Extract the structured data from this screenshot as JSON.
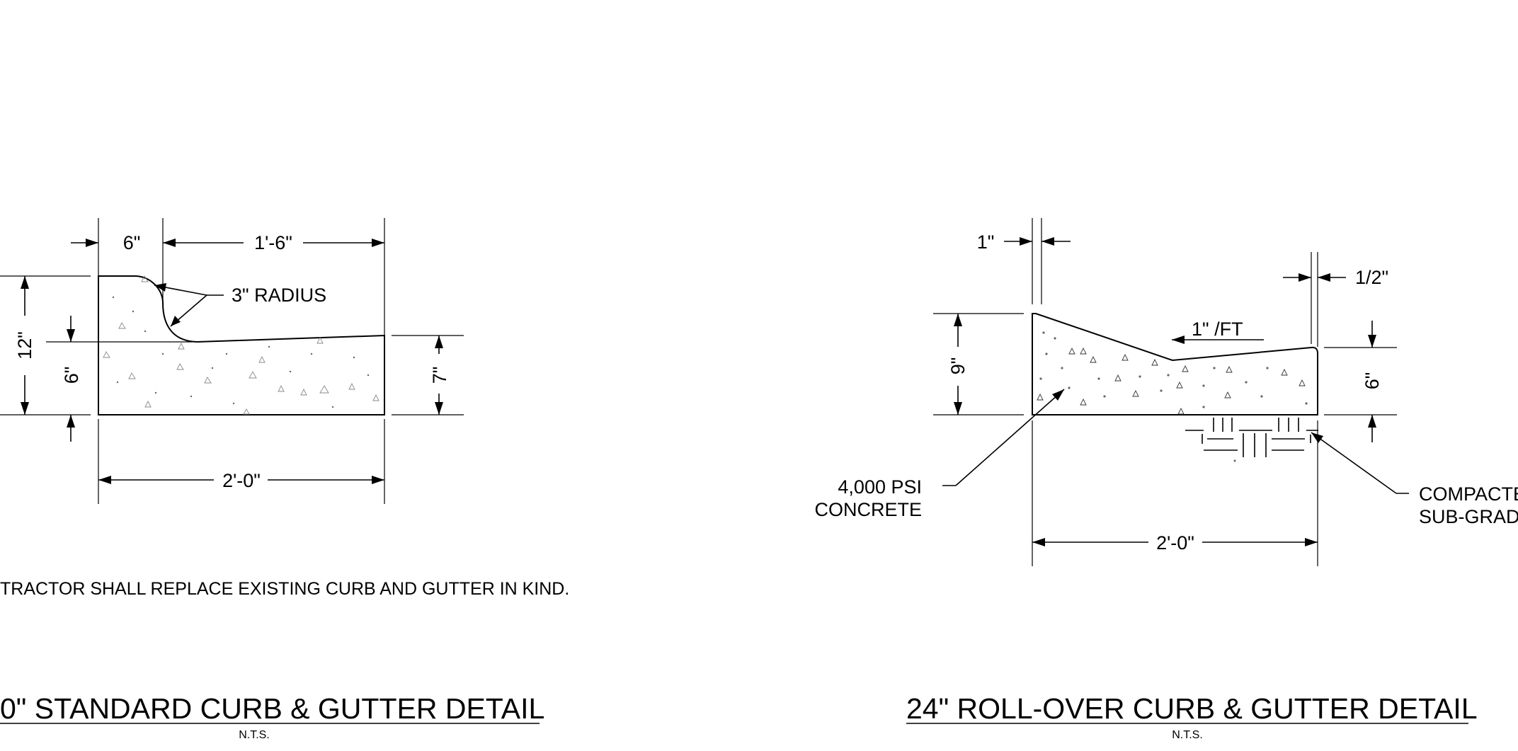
{
  "standard": {
    "dims": {
      "top_left": "6\"",
      "top_right": "1'-6\"",
      "left_overall": "12\"",
      "left_lower": "6\"",
      "right": "7\"",
      "bottom": "2'-0\""
    },
    "radius_note": "3\" RADIUS",
    "note": "TRACTOR SHALL REPLACE EXISTING CURB AND GUTTER IN KIND.",
    "title": "0\" STANDARD CURB & GUTTER DETAIL",
    "scale": "N.T.S."
  },
  "rollover": {
    "dims": {
      "top_left": "1\"",
      "top_right": "1/2\"",
      "slope": "1\" /FT",
      "left": "9\"",
      "right": "6\"",
      "bottom": "2'-0\""
    },
    "concrete_label_line1": "4,000 PSI",
    "concrete_label_line2": "CONCRETE",
    "subgrade_label_line1": "COMPACTE",
    "subgrade_label_line2": "SUB-GRAD",
    "title": "24\" ROLL-OVER CURB & GUTTER DETAIL",
    "scale": "N.T.S."
  }
}
